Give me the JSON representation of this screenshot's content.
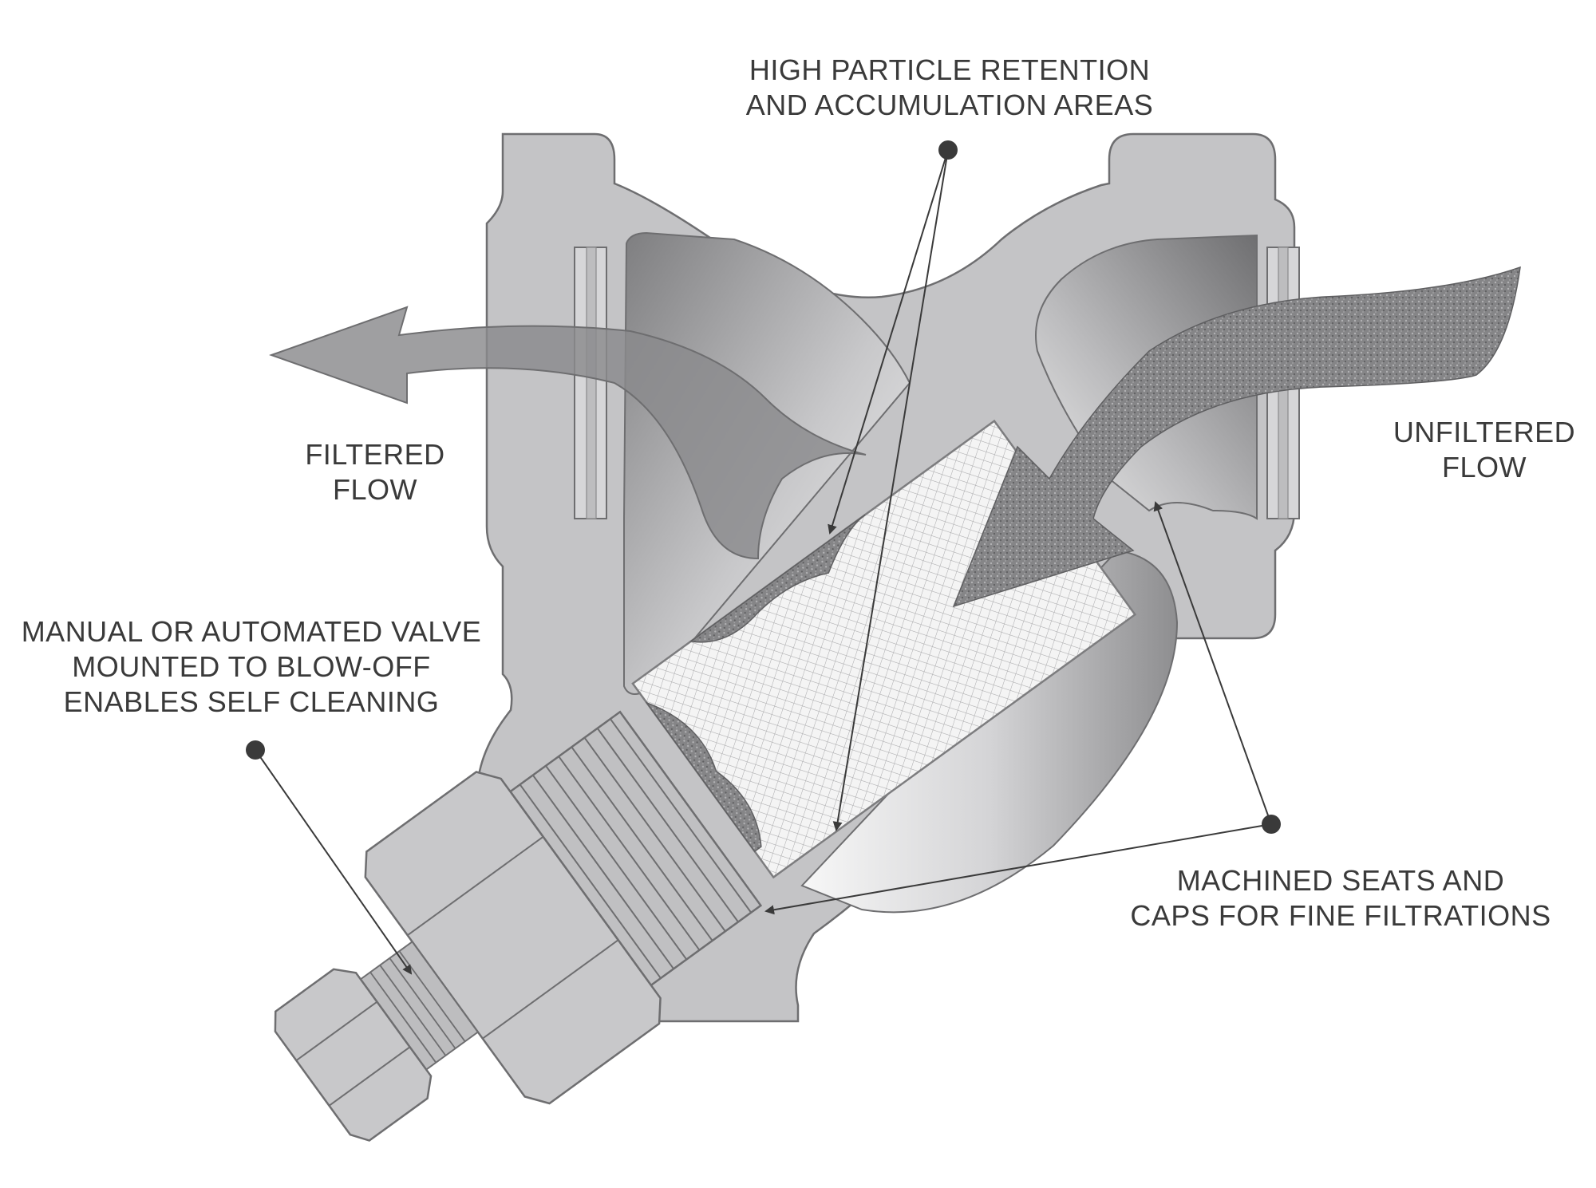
{
  "diagram": {
    "labels": {
      "retention": [
        "HIGH PARTICLE RETENTION",
        "AND ACCUMULATION AREAS"
      ],
      "filtered": [
        "FILTERED",
        "FLOW"
      ],
      "unfiltered": [
        "UNFILTERED",
        "FLOW"
      ],
      "valve": [
        "MANUAL OR AUTOMATED VALVE",
        "MOUNTED TO BLOW-OFF",
        "ENABLES SELF CLEANING"
      ],
      "seats": [
        "MACHINED SEATS AND",
        "CAPS FOR FINE FILTRATIONS"
      ]
    },
    "colors": {
      "body": "#c4c4c6",
      "body_dark": "#9c9c9e",
      "outline": "#6e6e70",
      "arrow_filtered": "#8a8a8c",
      "arrow_unfiltered": "#7d7d7f",
      "leader": "#3a3a3a",
      "text": "#3a3a3a"
    }
  }
}
